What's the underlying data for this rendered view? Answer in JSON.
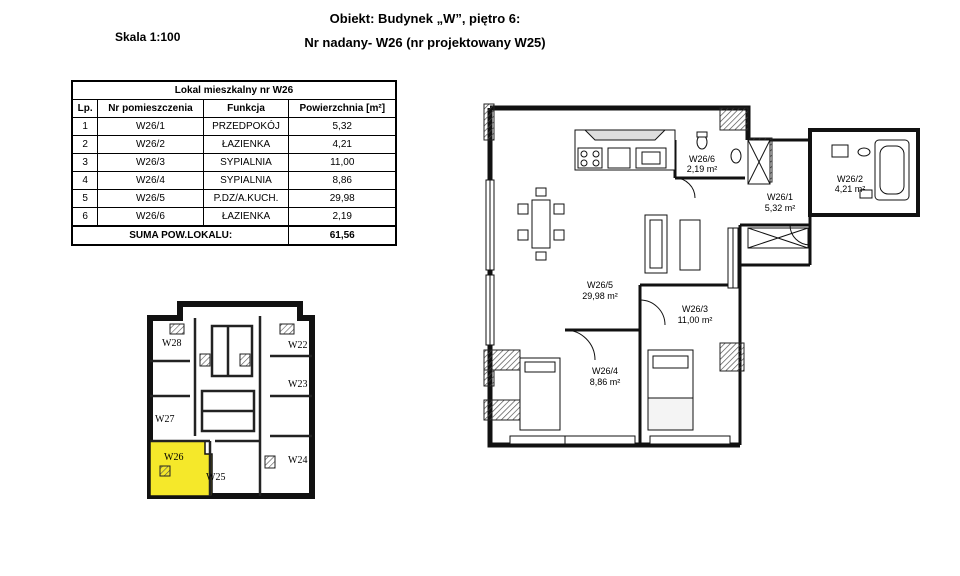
{
  "header": {
    "line1": "Obiekt: Budynek „W”, piętro 6:",
    "line2": "Nr nadany- W26 (nr projektowany W25)",
    "scale": "Skala 1:100"
  },
  "table": {
    "title": "Lokal mieszkalny nr W26",
    "columns": [
      "Lp.",
      "Nr pomieszczenia",
      "Funkcja",
      "Powierzchnia [m²]"
    ],
    "rows": [
      [
        "1",
        "W26/1",
        "PRZEDPOKÓJ",
        "5,32"
      ],
      [
        "2",
        "W26/2",
        "ŁAZIENKA",
        "4,21"
      ],
      [
        "3",
        "W26/3",
        "SYPIALNIA",
        "11,00"
      ],
      [
        "4",
        "W26/4",
        "SYPIALNIA",
        "8,86"
      ],
      [
        "5",
        "W26/5",
        "P.DZ/A.KUCH.",
        "29,98"
      ],
      [
        "6",
        "W26/6",
        "ŁAZIENKA",
        "2,19"
      ]
    ],
    "sum_label": "SUMA POW.LOKALU:",
    "sum_value": "61,56"
  },
  "plan_labels": {
    "r6_name": "W26/6",
    "r6_area": "2,19 m²",
    "r1_name": "W26/1",
    "r1_area": "5,32 m²",
    "r2_name": "W26/2",
    "r2_area": "4,21 m²",
    "r5_name": "W26/5",
    "r5_area": "29,98 m²",
    "r3_name": "W26/3",
    "r3_area": "11,00 m²",
    "r4_name": "W26/4",
    "r4_area": "8,86 m²"
  },
  "key_plan": {
    "units": [
      "W28",
      "W22",
      "W23",
      "W27",
      "W26",
      "W24",
      "W25"
    ],
    "highlight_color": "#f5e82a"
  }
}
